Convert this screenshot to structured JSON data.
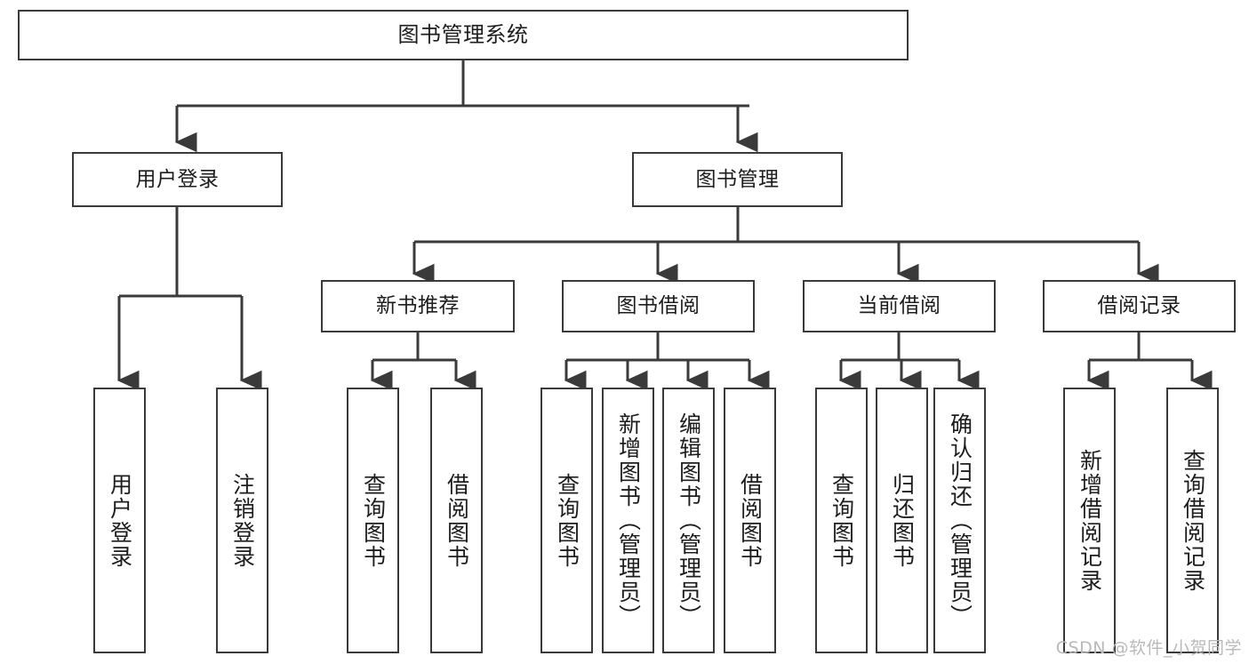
{
  "diagram": {
    "title": "图书管理系统",
    "type": "tree-hierarchy",
    "root": {
      "label": "图书管理系统"
    },
    "level2": [
      {
        "label": "用户登录"
      },
      {
        "label": "图书管理"
      }
    ],
    "level3": [
      {
        "label": "新书推荐"
      },
      {
        "label": "图书借阅"
      },
      {
        "label": "当前借阅"
      },
      {
        "label": "借阅记录"
      }
    ],
    "leaves": {
      "user_login": [
        {
          "label": "用户登录"
        },
        {
          "label": "注销登录"
        }
      ],
      "new_book_recommend": [
        {
          "label": "查询图书"
        },
        {
          "label": "借阅图书"
        }
      ],
      "book_borrow": [
        {
          "label": "查询图书"
        },
        {
          "label": "新增图书（管理员）"
        },
        {
          "label": "编辑图书（管理员）"
        },
        {
          "label": "借阅图书"
        }
      ],
      "current_borrow": [
        {
          "label": "查询图书"
        },
        {
          "label": "归还图书"
        },
        {
          "label": "确认归还（管理员）"
        }
      ],
      "borrow_record": [
        {
          "label": "新增借阅记录"
        },
        {
          "label": "查询借阅记录"
        }
      ]
    }
  },
  "watermark": {
    "text": "CSDN @软件_小贺同学"
  },
  "colors": {
    "box_border": "#3a3a3a",
    "box_fill": "#ffffff",
    "text": "#1d1d1d",
    "connector": "#3a3a3a",
    "watermark": "#b9b9b9",
    "background": "#ffffff"
  }
}
